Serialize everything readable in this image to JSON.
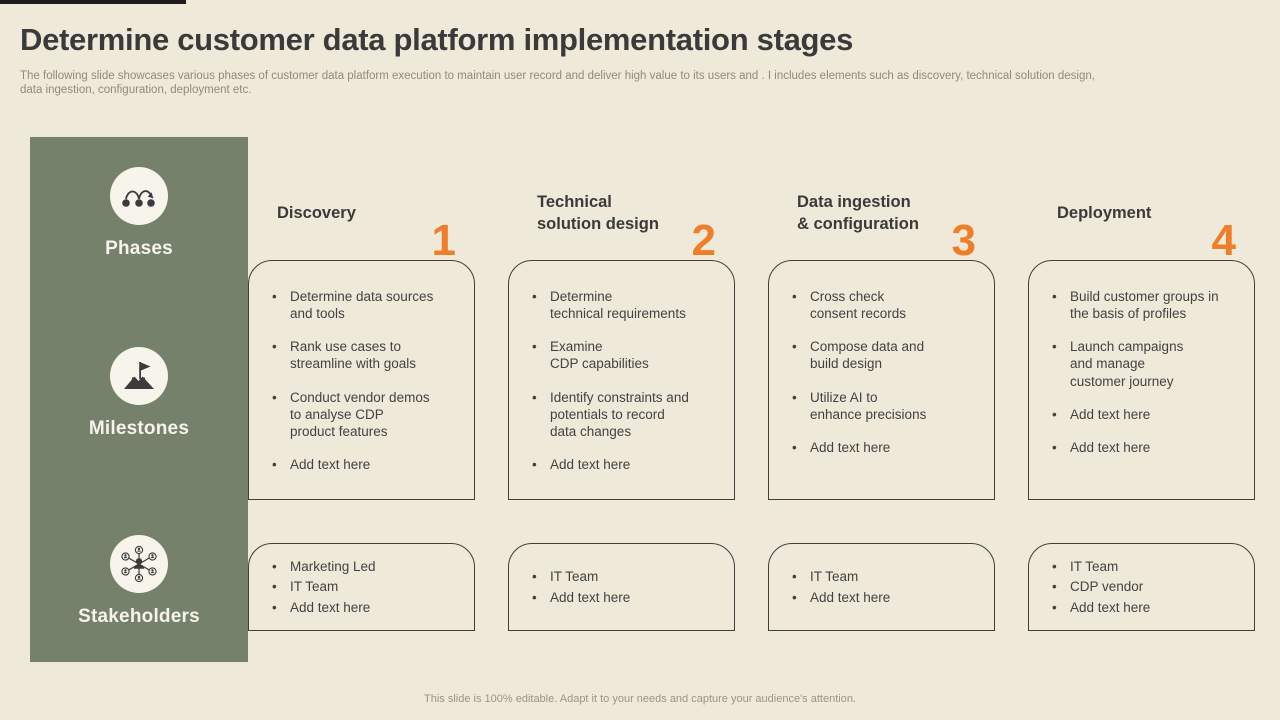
{
  "title": "Determine customer data platform implementation stages",
  "subtitle": "The following slide showcases various phases of customer data platform execution to maintain user record and deliver high value to its users and . I includes elements such as discovery, technical solution design,\ndata ingestion, configuration, deployment etc.",
  "footer": "This slide is 100% editable.  Adapt it to your needs and capture your audience's attention.",
  "colors": {
    "background": "#EFE9DA",
    "sidebar_green": "#76816C",
    "accent_orange": "#EE7E27",
    "box_border": "#3E3E3E",
    "body_text": "#424242",
    "title_text": "#3A3A3A",
    "muted_text": "#8F8A7C"
  },
  "sidebar": {
    "rows": [
      {
        "label": "Phases",
        "icon": "process-phases-icon"
      },
      {
        "label": "Milestones",
        "icon": "milestone-flag-icon"
      },
      {
        "label": "Stakeholders",
        "icon": "stakeholders-network-icon"
      }
    ]
  },
  "columns": [
    {
      "number": "1",
      "title": "Discovery",
      "milestones": [
        "Determine data sources\nand tools",
        "Rank use cases to\nstreamline with goals",
        "Conduct vendor demos\nto analyse CDP\nproduct features",
        "Add text here"
      ],
      "stakeholders": [
        "Marketing Led",
        "IT Team",
        "Add text here"
      ]
    },
    {
      "number": "2",
      "title": "Technical\nsolution design",
      "milestones": [
        "Determine\ntechnical requirements",
        "Examine\nCDP capabilities",
        "Identify constraints and\npotentials to record\ndata changes",
        "Add text here"
      ],
      "stakeholders": [
        "IT Team",
        "Add text here"
      ]
    },
    {
      "number": "3",
      "title": "Data ingestion\n& configuration",
      "milestones": [
        "Cross check\nconsent records",
        "Compose data and\nbuild design",
        "Utilize AI to\nenhance precisions",
        "Add text here"
      ],
      "stakeholders": [
        "IT Team",
        "Add text here"
      ]
    },
    {
      "number": "4",
      "title": "Deployment",
      "milestones": [
        "Build customer groups in\nthe basis of profiles",
        "Launch campaigns\nand manage\ncustomer journey",
        "Add text here",
        "Add text here"
      ],
      "stakeholders": [
        "IT Team",
        "CDP vendor",
        "Add text here"
      ]
    }
  ]
}
